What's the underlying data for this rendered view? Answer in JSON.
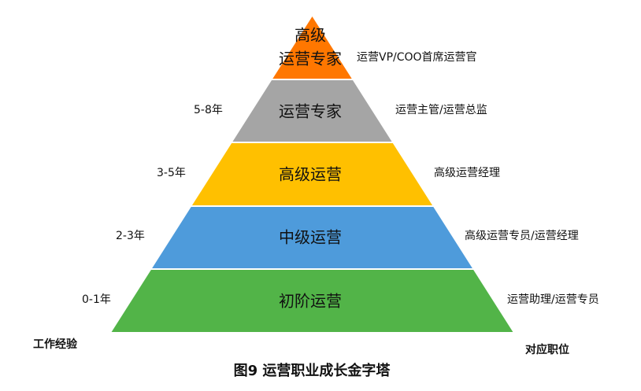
{
  "pyramid": {
    "levels": [
      {
        "label_line1": "高级",
        "label_line2": "运营专家",
        "experience": "",
        "position": "运营VP/COO首席运营官",
        "color": "#FF7700"
      },
      {
        "label": "运营专家",
        "experience": "5-8年",
        "position": "运营主管/运营总监",
        "color": "#A5A5A5"
      },
      {
        "label": "高级运营",
        "experience": "3-5年",
        "position": "高级运营经理",
        "color": "#FFC000"
      },
      {
        "label": "中级运营",
        "experience": "2-3年",
        "position": "高级运营专员/运营经理",
        "color": "#4E9BDB"
      },
      {
        "label": "初阶运营",
        "experience": "0-1年",
        "position": "运营助理/运营专员",
        "color": "#52B448"
      }
    ]
  },
  "axis": {
    "left_title": "工作经验",
    "right_title": "对应职位"
  },
  "caption": "图9  运营职业成长金字塔"
}
